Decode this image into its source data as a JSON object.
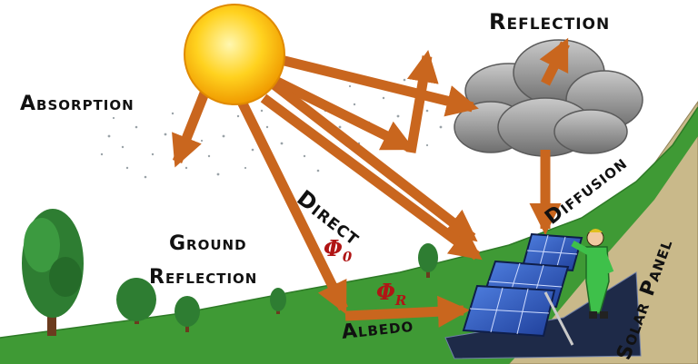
{
  "labels": {
    "reflection": "Reflection",
    "absorption": "Absorption",
    "direct": "Direct",
    "diffusion": "Diffusion",
    "ground_reflection_line1": "Ground",
    "ground_reflection_line2": "Reflection",
    "albedo": "Albedo",
    "solar_panel": "Solar Panel"
  },
  "symbols": {
    "phi0_main": "Φ",
    "phi0_sub": "0",
    "phir_main": "Φ",
    "phir_sub": "R"
  },
  "colors": {
    "sky": "#ffffff",
    "sun_core": "#ffe24a",
    "sun_edge": "#f0a000",
    "arrow": "#c9661e",
    "ground": "#3f9a35",
    "hill": "#c9b98a",
    "cloud": "#8d8d8d",
    "panel": "#2f5fc4",
    "symbol": "#b01515",
    "text": "#111111"
  }
}
